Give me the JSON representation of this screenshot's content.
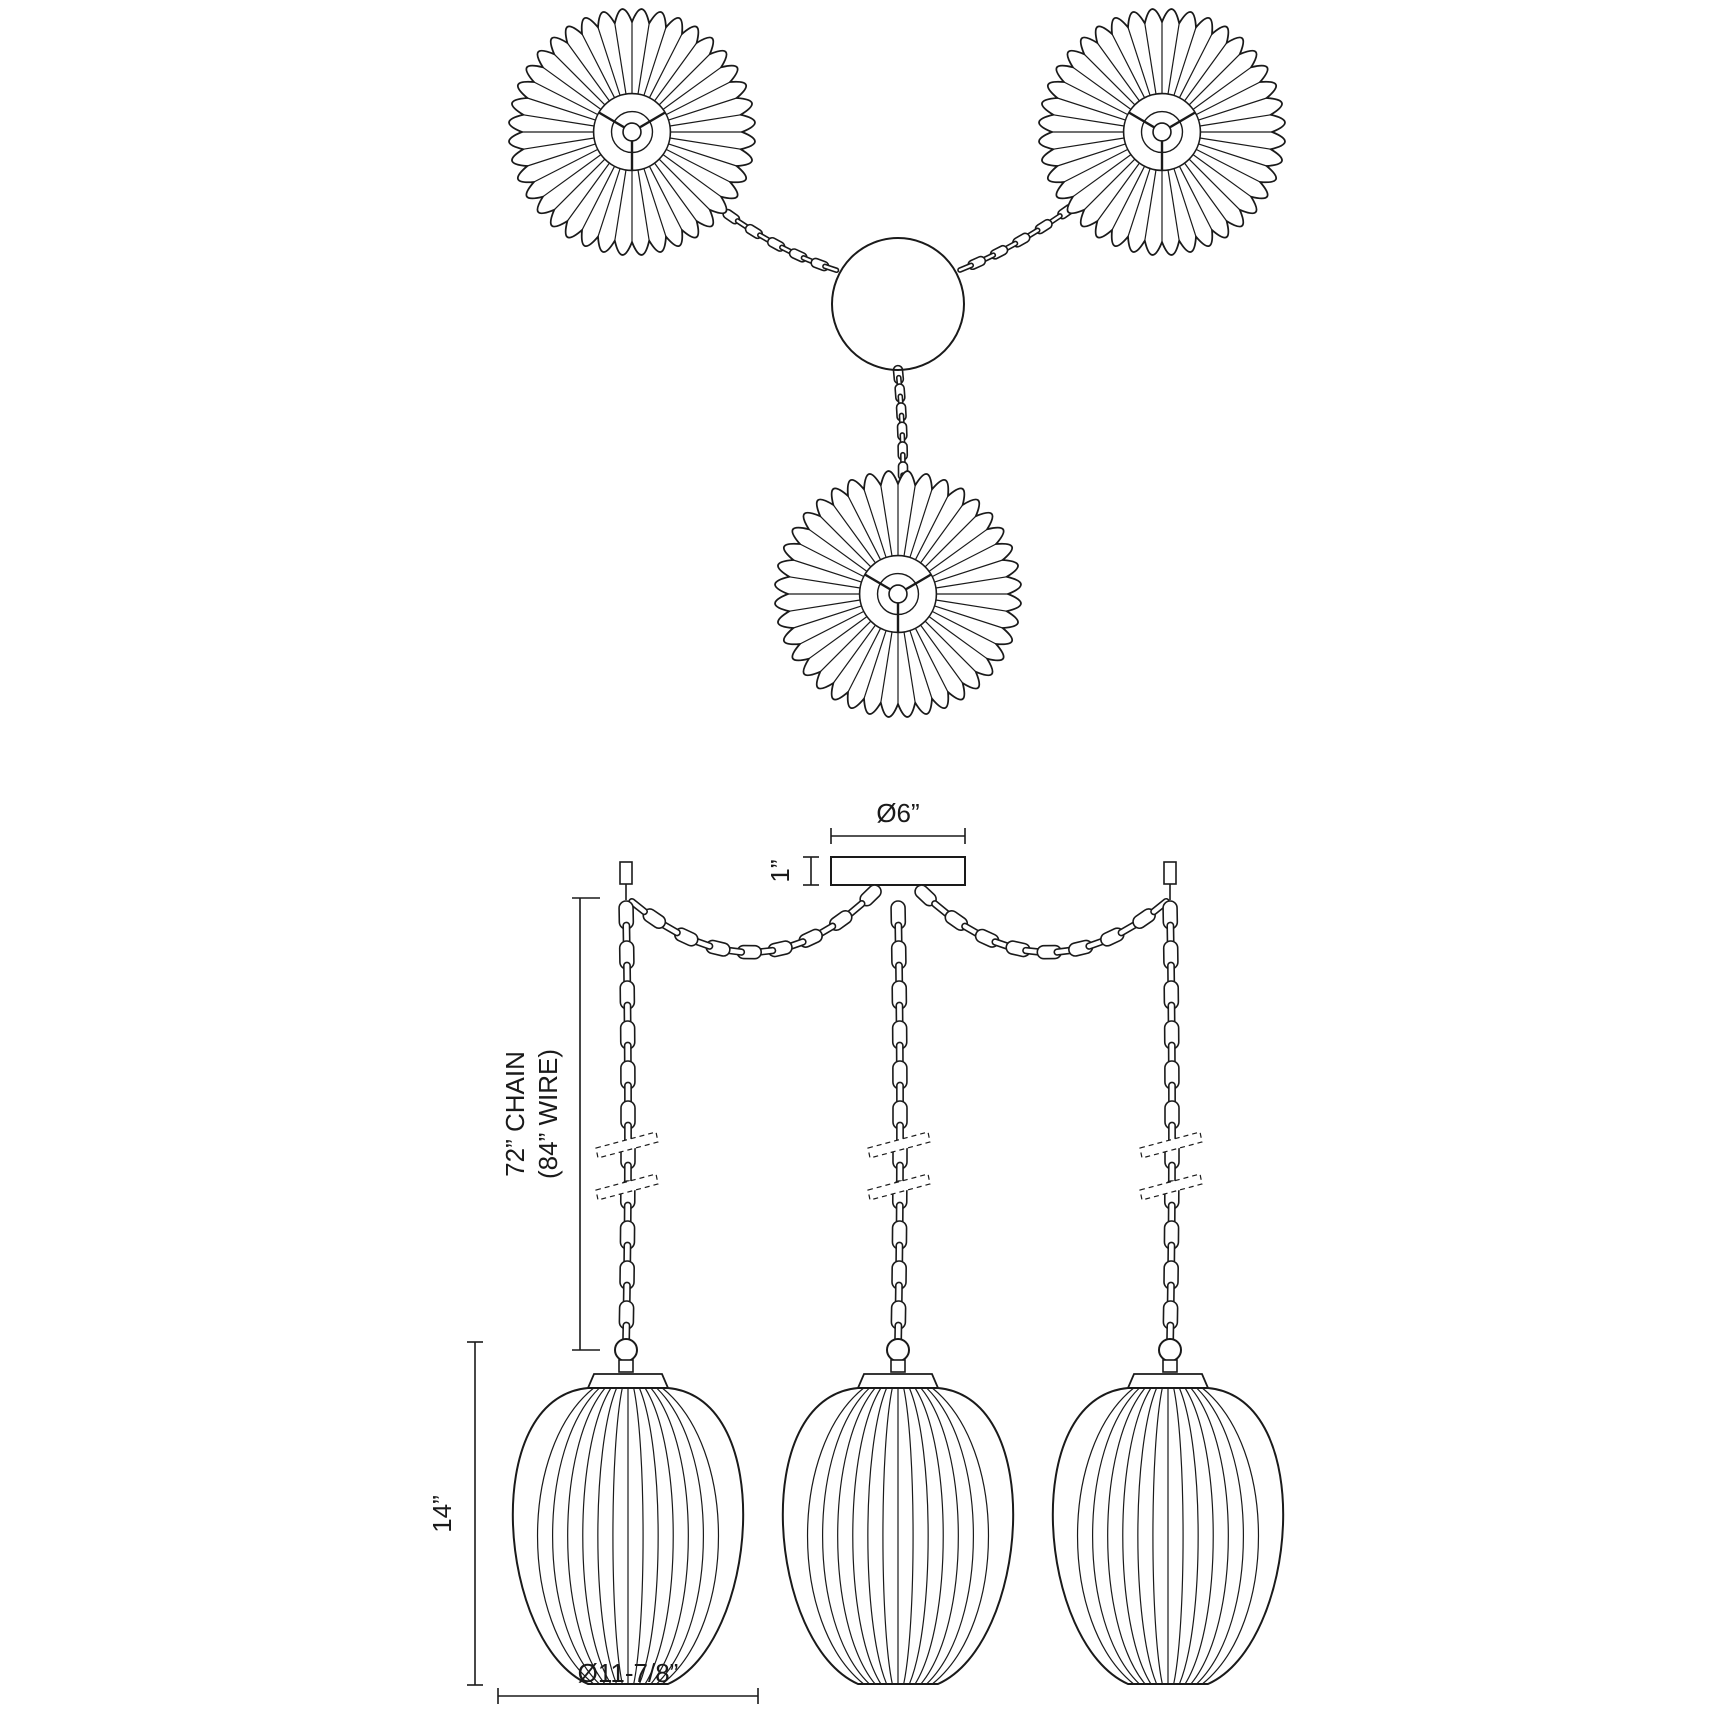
{
  "dimensions": {
    "canopy_diameter": "Ø6”",
    "canopy_height": "1”",
    "chain_length": "72” CHAIN",
    "wire_length": "(84” WIRE)",
    "shade_height": "14”",
    "shade_diameter": "Ø11-7/8”"
  },
  "colors": {
    "line": "#1a1a1a",
    "background": "#ffffff"
  }
}
